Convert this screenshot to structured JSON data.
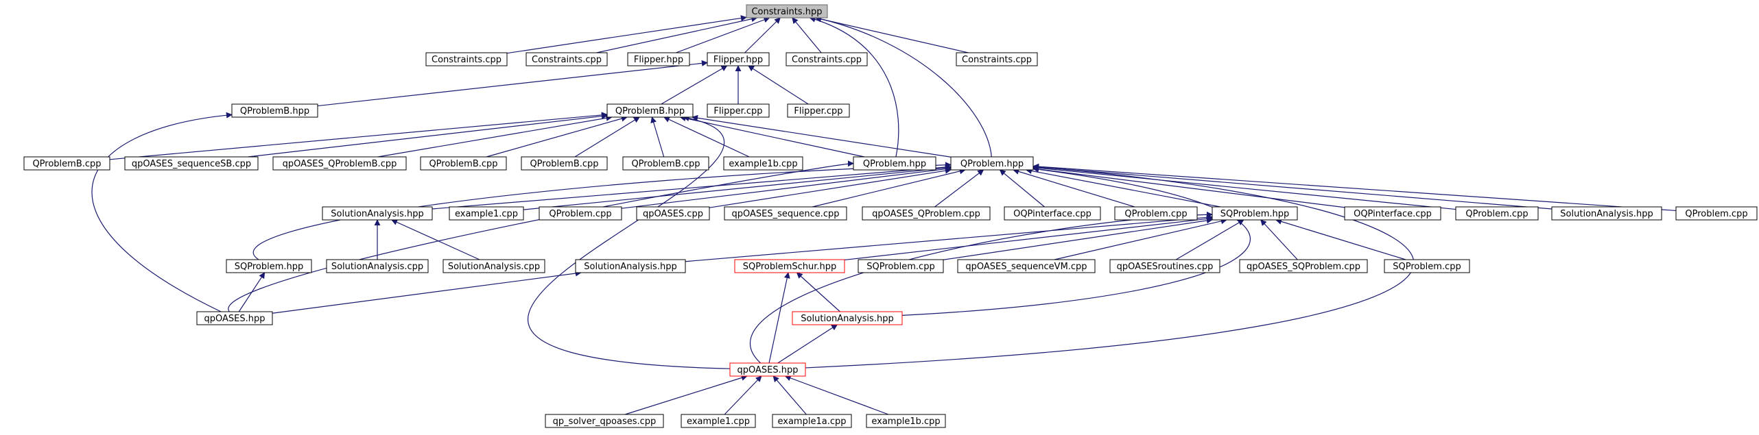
{
  "graph": {
    "colors": {
      "edge": "#191970",
      "highlight_border": "#ff0000",
      "root_fill": "#bfbfbf",
      "node_border": "#000000"
    },
    "nodes": {
      "root": "Constraints.hpp",
      "c_cpp_1": "Constraints.cpp",
      "c_cpp_2": "Constraints.cpp",
      "flipper_hpp_1": "Flipper.hpp",
      "flipper_hpp_2": "Flipper.hpp",
      "c_cpp_3": "Constraints.cpp",
      "c_cpp_4": "Constraints.cpp",
      "qpb_hpp_1": "QProblemB.hpp",
      "qpb_hpp_2": "QProblemB.hpp",
      "flipper_cpp_1": "Flipper.cpp",
      "flipper_cpp_2": "Flipper.cpp",
      "qpb_cpp_1": "QProblemB.cpp",
      "seqSB_cpp": "qpOASES_sequenceSB.cpp",
      "oases_qpb_cpp": "qpOASES_QProblemB.cpp",
      "qpb_cpp_2": "QProblemB.cpp",
      "qpb_cpp_3": "QProblemB.cpp",
      "qpb_cpp_4": "QProblemB.cpp",
      "ex1b_cpp_1": "example1b.cpp",
      "qp_hpp_1": "QProblem.hpp",
      "qp_hpp_2": "QProblem.hpp",
      "sa_hpp_1": "SolutionAnalysis.hpp",
      "ex1_cpp_1": "example1.cpp",
      "qp_cpp_1": "QProblem.cpp",
      "qpoases_cpp": "qpOASES.cpp",
      "seq_cpp": "qpOASES_sequence.cpp",
      "oases_qp_cpp": "qpOASES_QProblem.cpp",
      "oqp_cpp_1": "OQPinterface.cpp",
      "qp_cpp_2": "QProblem.cpp",
      "sqp_hpp_1": "SQProblem.hpp",
      "oqp_cpp_2": "OQPinterface.cpp",
      "qp_cpp_3": "QProblem.cpp",
      "sa_hpp_2": "SolutionAnalysis.hpp",
      "qp_cpp_4": "QProblem.cpp",
      "sqp_hpp_2": "SQProblem.hpp",
      "sa_cpp_1": "SolutionAnalysis.cpp",
      "sa_cpp_2": "SolutionAnalysis.cpp",
      "sa_hpp_3": "SolutionAnalysis.hpp",
      "sqps_hpp": "SQProblemSchur.hpp",
      "sqp_cpp_1": "SQProblem.cpp",
      "seqVM_cpp": "qpOASES_sequenceVM.cpp",
      "routines_cpp": "qpOASESroutines.cpp",
      "oases_sqp_cpp": "qpOASES_SQProblem.cpp",
      "sqp_cpp_2": "SQProblem.cpp",
      "qpoases_hpp_1": "qpOASES.hpp",
      "sa_hpp_4": "SolutionAnalysis.hpp",
      "qpoases_hpp_2": "qpOASES.hpp",
      "solver_cpp": "qp_solver_qpoases.cpp",
      "ex1_cpp_2": "example1.cpp",
      "ex1a_cpp": "example1a.cpp",
      "ex1b_cpp_2": "example1b.cpp"
    }
  }
}
